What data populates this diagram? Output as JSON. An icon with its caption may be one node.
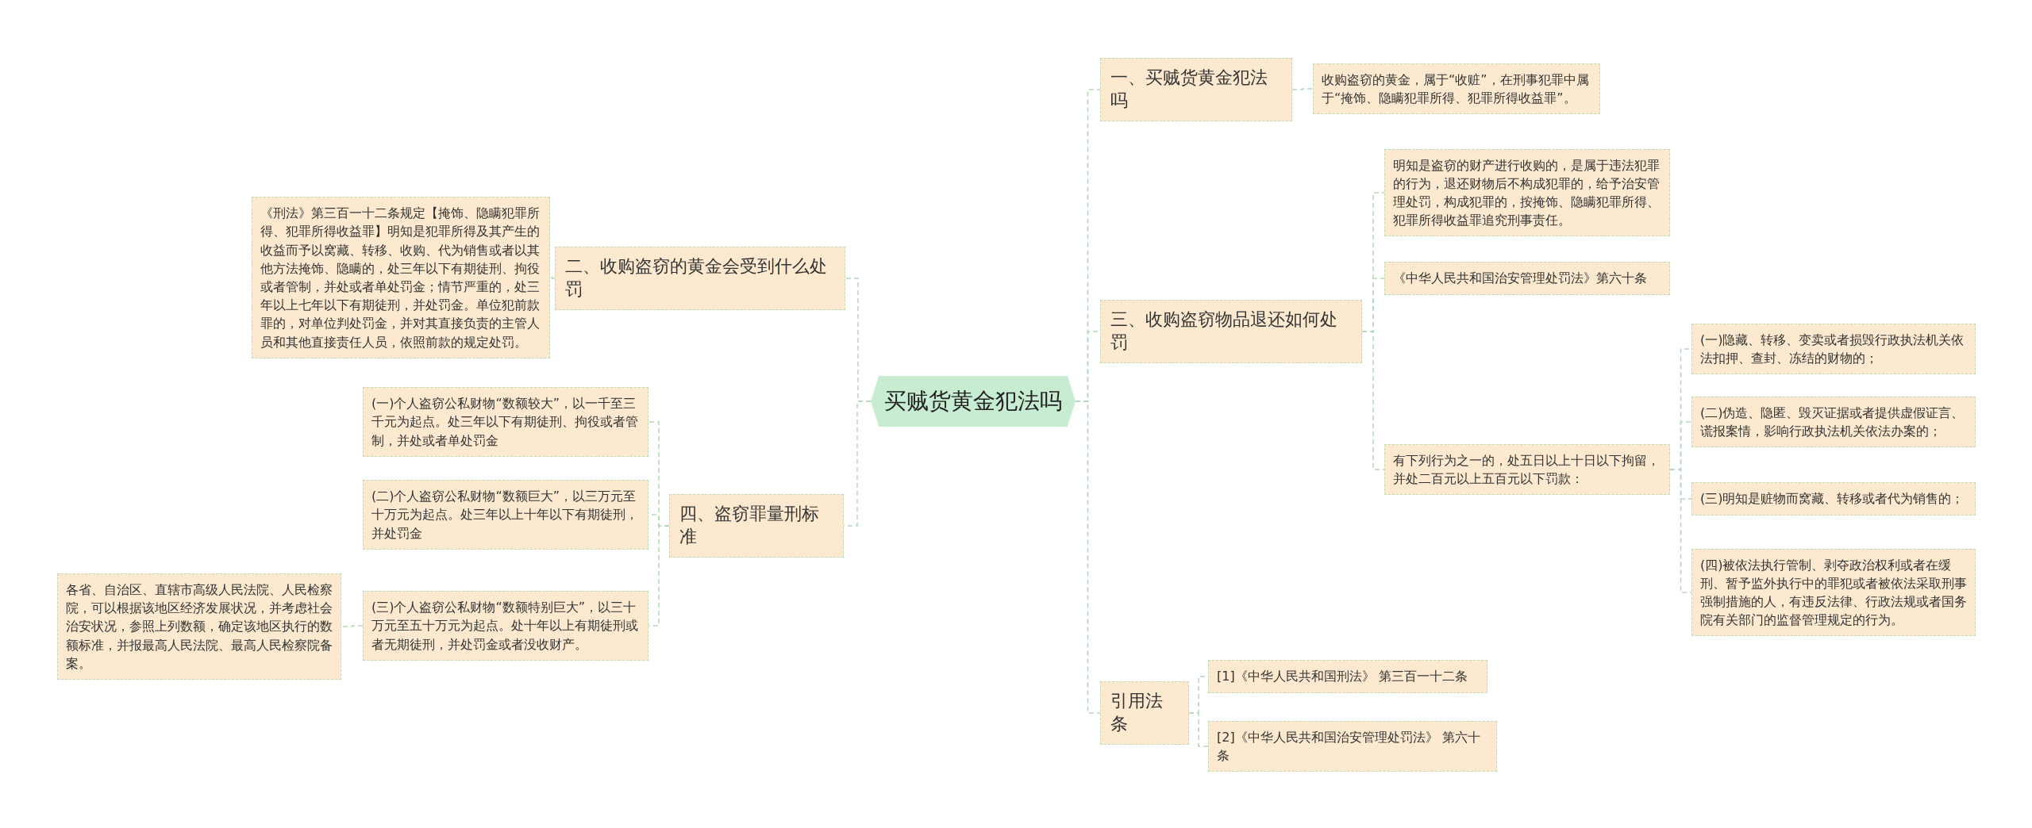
{
  "diagram": {
    "nodes": [
      {
        "text": [
          "买贼货黄金犯法吗"
        ]
      },
      {
        "text": [
          "一、买贼货黄金犯法吗"
        ]
      },
      {
        "text": [
          "收购盗窃的黄金，属于“收赃”，在刑事犯罪中属于“掩饰、隐瞒犯罪所得、犯罪所得收益罪”。"
        ]
      },
      {
        "text": [
          "三、收购盗窃物品退还如何处罚"
        ]
      },
      {
        "text": [
          "明知是盗窃的财产进行收购的，是属于违法犯罪的行为，退还财物后不构成犯罪的，给予治安管理处罚，构成犯罪的，按掩饰、隐瞒犯罪所得、犯罪所得收益罪追究刑事责任。"
        ]
      },
      {
        "text": [
          "《中华人民共和国治安管理处罚法》第六十条"
        ]
      },
      {
        "text": [
          "有下列行为之一的，处五日以上十日以下拘留，并处二百元以上五百元以下罚款："
        ]
      },
      {
        "text": [
          "(一)隐藏、转移、变卖或者损毁行政执法机关依法扣押、查封、冻结的财物的；"
        ]
      },
      {
        "text": [
          "(二)伪造、隐匿、毁灭证据或者提供虚假证言、谎报案情，影响行政执法机关依法办案的；"
        ]
      },
      {
        "text": [
          "(三)明知是赃物而窝藏、转移或者代为销售的；"
        ]
      },
      {
        "text": [
          "(四)被依法执行管制、剥夺政治权利或者在缓刑、暂予监外执行中的罪犯或者被依法采取刑事强制措施的人，有违反法律、行政法规或者国务院有关部门的监督管理规定的行为。"
        ]
      },
      {
        "text": [
          "引用法条"
        ]
      },
      {
        "text": [
          "[1]《中华人民共和国刑法》 第三百一十二条"
        ]
      },
      {
        "text": [
          "[2]《中华人民共和国治安管理处罚法》 第六十条"
        ]
      },
      {
        "text": [
          "二、收购盗窃的黄金会受到什么处罚"
        ]
      },
      {
        "text": [
          "《刑法》第三百一十二条规定【掩饰、隐瞒犯罪所得、犯罪所得收益罪】明知是犯罪所得及其产生的收益而予以窝藏、转移、收购、代为销售或者以其他方法掩饰、隐瞒的，处三年以下有期徒刑、拘役或者管制，并处或者单处罚金；情节严重的，处三年以上七年以下有期徒刑，并处罚金。单位犯前款罪的，对单位判处罚金，并对其直接负责的主管人员和其他直接责任人员，依照前款的规定处罚。"
        ]
      },
      {
        "text": [
          "四、盗窃罪量刑标准"
        ]
      },
      {
        "text": [
          "(一)个人盗窃公私财物“数额较大”，以一千至三千元为起点。处三年以下有期徒刑、拘役或者管制，并处或者单处罚金"
        ]
      },
      {
        "text": [
          "(二)个人盗窃公私财物“数额巨大”，以三万元至十万元为起点。处三年以上十年以下有期徒刑，并处罚金"
        ]
      },
      {
        "text": [
          "(三)个人盗窃公私财物“数额特别巨大”，以三十万元至五十万元为起点。处十年以上有期徒刑或者无期徒刑，并处罚金或者没收财产。"
        ]
      },
      {
        "text": [
          "各省、自治区、直辖市高级人民法院、人民检察院，可以根据该地区经济发展状况，并考虑社会治安状况，参照上列数额，确定该地区执行的数额标准，并报最高人民法院、最高人民检察院备案。"
        ]
      }
    ],
    "edges": [
      {
        "from": 0,
        "to": 1,
        "arrow": "none"
      },
      {
        "from": 1,
        "to": 2,
        "arrow": "none"
      },
      {
        "from": 0,
        "to": 3,
        "arrow": "none"
      },
      {
        "from": 3,
        "to": 4,
        "arrow": "none"
      },
      {
        "from": 3,
        "to": 5,
        "arrow": "none"
      },
      {
        "from": 3,
        "to": 6,
        "arrow": "none"
      },
      {
        "from": 6,
        "to": 7,
        "arrow": "none"
      },
      {
        "from": 6,
        "to": 8,
        "arrow": "none"
      },
      {
        "from": 6,
        "to": 9,
        "arrow": "none"
      },
      {
        "from": 6,
        "to": 10,
        "arrow": "none"
      },
      {
        "from": 0,
        "to": 11,
        "arrow": "none"
      },
      {
        "from": 11,
        "to": 12,
        "arrow": "none"
      },
      {
        "from": 11,
        "to": 13,
        "arrow": "none"
      },
      {
        "from": 0,
        "to": 14,
        "arrow": "none"
      },
      {
        "from": 14,
        "to": 15,
        "arrow": "none"
      },
      {
        "from": 0,
        "to": 16,
        "arrow": "none"
      },
      {
        "from": 16,
        "to": 17,
        "arrow": "none"
      },
      {
        "from": 16,
        "to": 18,
        "arrow": "none"
      },
      {
        "from": 16,
        "to": 19,
        "arrow": "none"
      },
      {
        "from": 19,
        "to": 20,
        "arrow": "none"
      }
    ]
  }
}
